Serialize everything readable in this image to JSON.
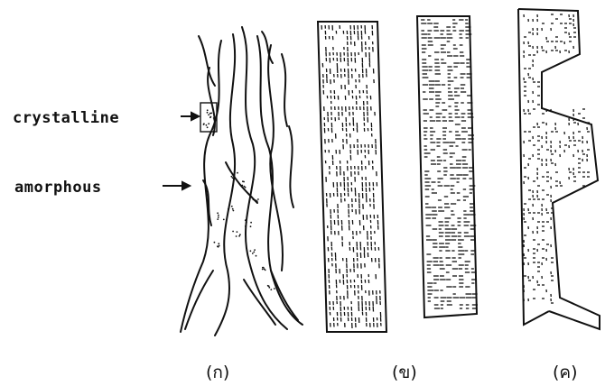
{
  "figure": {
    "labels": {
      "crystalline": "crystalline",
      "amorphous": "amorphous"
    },
    "captions": {
      "a": "(ก)",
      "b": "(ข)",
      "c": "(ค)"
    },
    "ink_color": "#111111",
    "background_color": "#ffffff"
  }
}
